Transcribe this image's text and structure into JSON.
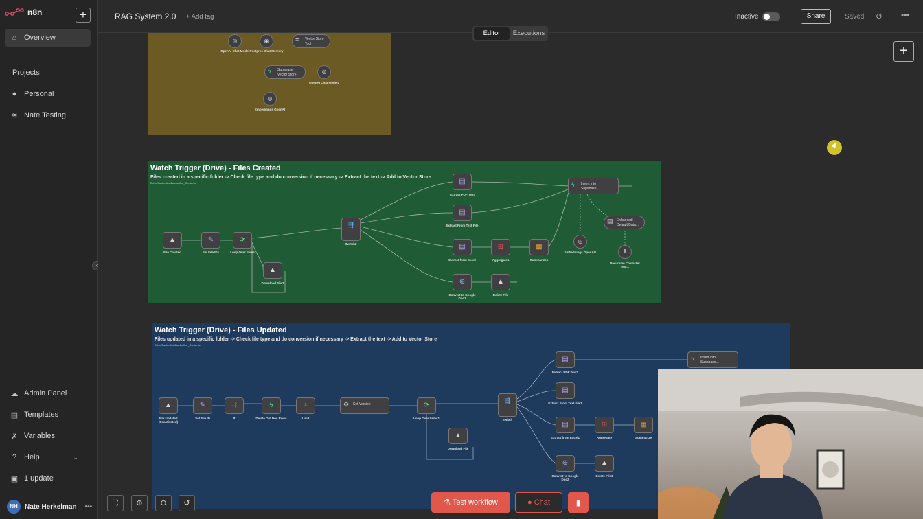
{
  "app": {
    "logo_text": "n8n"
  },
  "sidebar": {
    "overview": "Overview",
    "projects_label": "Projects",
    "personal": "Personal",
    "nate_testing": "Nate Testing",
    "admin_panel": "Admin Panel",
    "templates": "Templates",
    "variables": "Variables",
    "help": "Help",
    "update": "1 update",
    "user_initials": "NH",
    "user_name": "Nate Herkelman"
  },
  "header": {
    "workflow_title": "RAG System 2.0",
    "add_tag": "+ Add tag",
    "status_label": "Inactive",
    "share": "Share",
    "saved": "Saved"
  },
  "tabs": {
    "editor": "Editor",
    "executions": "Executions"
  },
  "groups": {
    "top": {
      "color": "#6b5a23",
      "nodes": [
        "OpenAI Chat Model",
        "Postgres Chat Memory",
        "Vector Store Tool",
        "Supabase Vector Store",
        "OpenAI Chat Model1",
        "Embeddings OpenAI"
      ]
    },
    "created": {
      "color": "#1f5b34",
      "title": "Watch Trigger (Drive) - Files Created",
      "subtitle": "Files created in a specific folder -> Check file type and do conversion if necessary -> Extract the text -> Add to Vector Store",
      "folder": "Drive/Backoffice/Backoffice_Contents",
      "nodes": {
        "file_created": "File Created",
        "set_file_id1": "Set File ID1",
        "loop": "Loop Over Items",
        "download": "Download File1",
        "switch": "Switch2",
        "extract_pdf": "Extract PDF Text",
        "extract_text": "Extract From Text File",
        "extract_excel": "Extract from Excel",
        "aggregate": "Aggregate1",
        "summarize": "Summarize1",
        "convert": "Convert to Google Doc1",
        "delete": "Delete File",
        "insert": "Insert into Supabase...",
        "enhanced": "Enhanced Default Data...",
        "embeddings": "Embeddings OpenAI1",
        "splitter": "Recursive Character Text..."
      }
    },
    "updated": {
      "color": "#1e3a5c",
      "title": "Watch Trigger (Drive) - Files Updated",
      "subtitle": "Files updated in a specific folder -> Check file type and do conversion if necessary -> Extract the text -> Add to Vector Store",
      "folder": "Drive/Backoffice/Backoffice_Contents",
      "nodes": {
        "file_updated": "File Updated (Deactivated)",
        "set_file_id": "Set File ID",
        "if": "If",
        "delete_old": "Delete Old Doc Rows",
        "limit": "Limit",
        "set_version": "Set Version",
        "loop": "Loop Over Items1",
        "download": "Download File",
        "switch": "Switch",
        "extract_pdf": "Extract PDF Text1",
        "extract_text": "Extract From Text File1",
        "extract_excel": "Extract from Excel1",
        "aggregate": "Aggregate",
        "summarize": "Summarize",
        "convert": "Convert to Google Doc2",
        "delete": "Delete File1",
        "insert": "Insert into Supabase..."
      }
    }
  },
  "bottom": {
    "test": "Test workflow",
    "chat": "Chat"
  },
  "colors": {
    "accent": "#e2574c",
    "bg": "#2b2b2c"
  }
}
